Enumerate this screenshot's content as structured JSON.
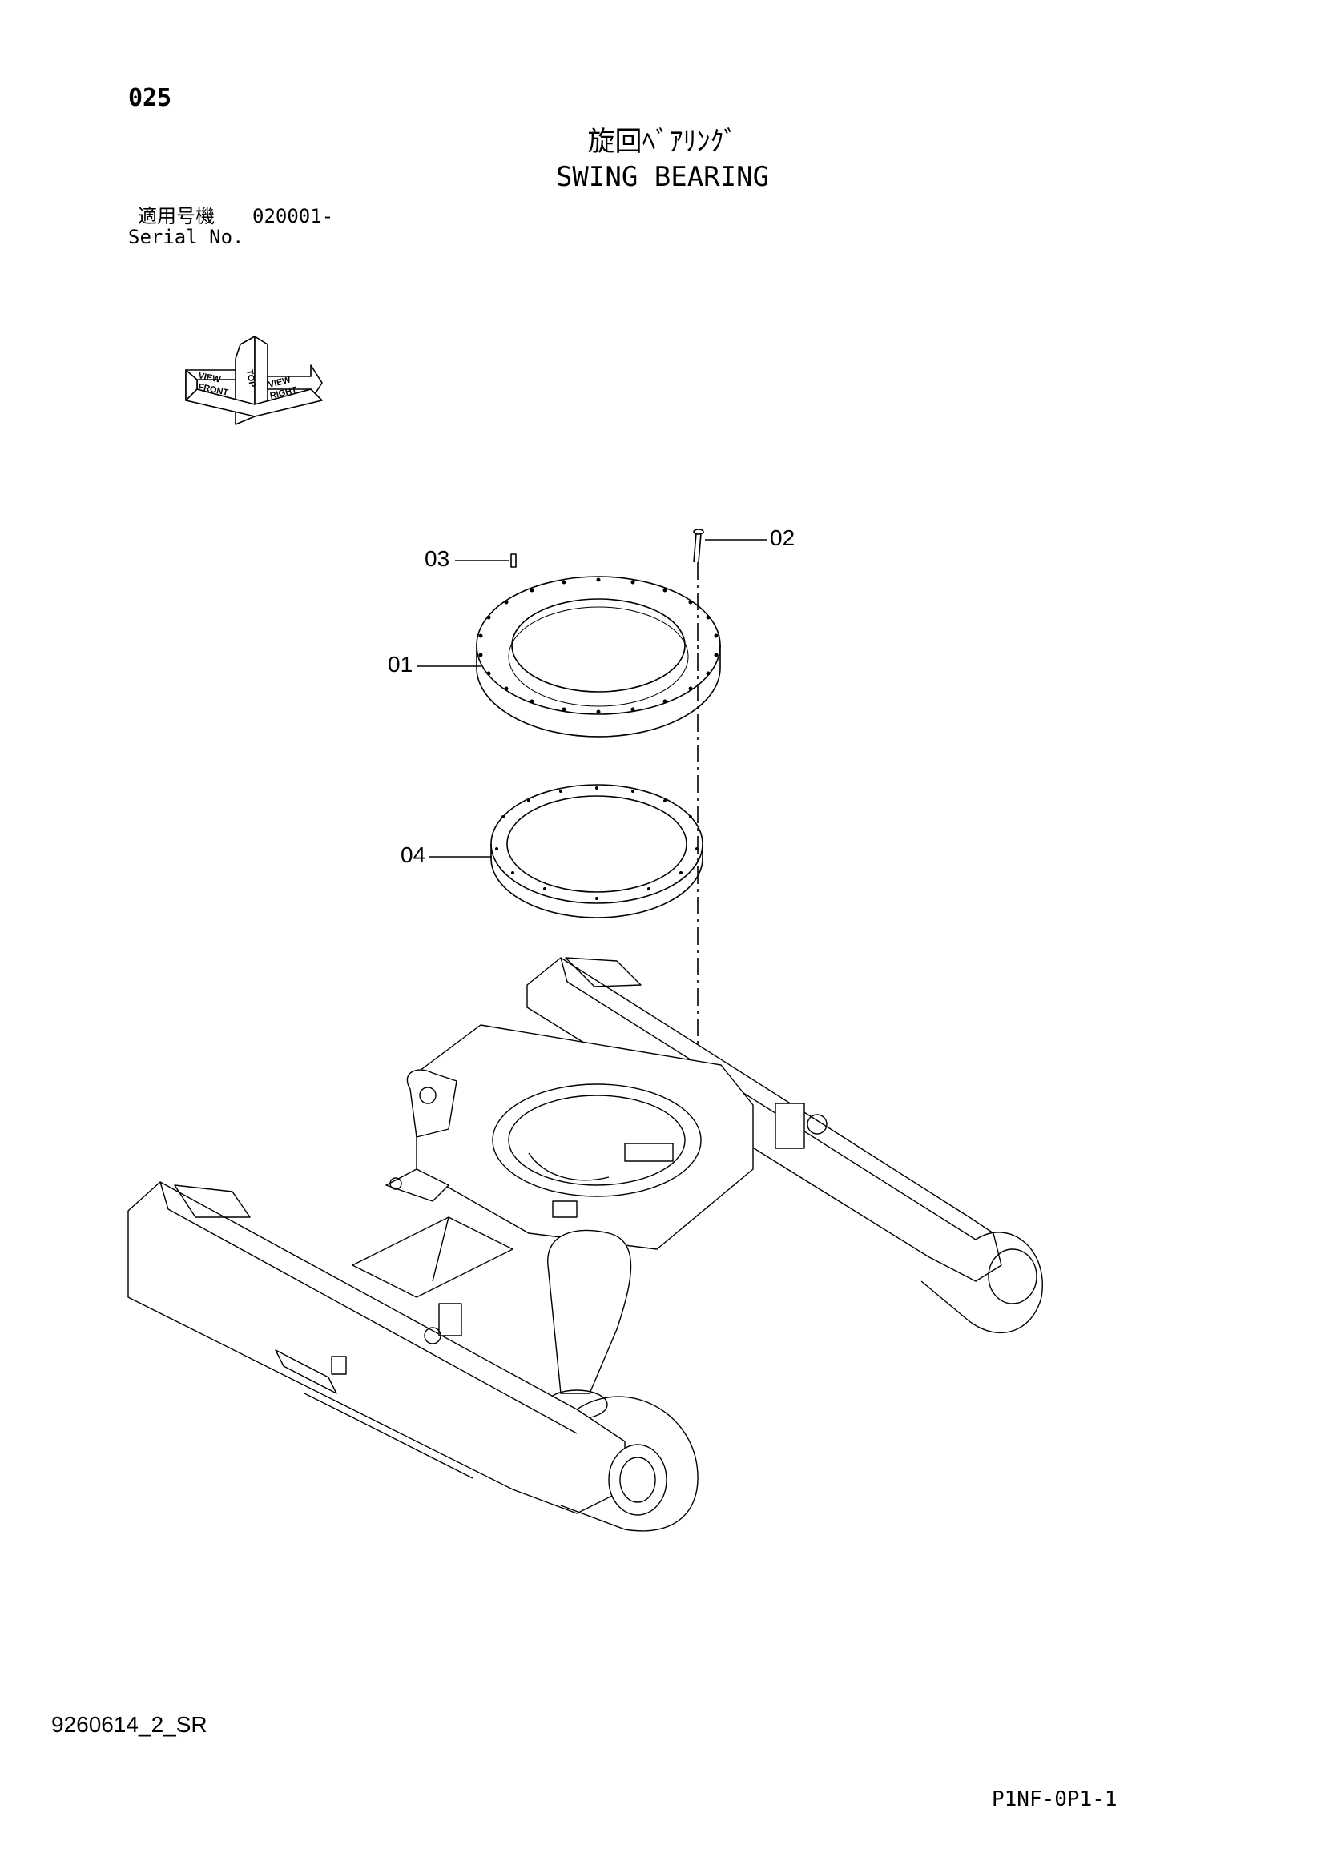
{
  "header": {
    "page_number": "025",
    "title_jp": "旋回ﾍﾞｱﾘﾝｸﾞ",
    "title_en": "SWING BEARING",
    "serial_label_jp": "適用号機",
    "serial_number": "020001-",
    "serial_label_en": "Serial No."
  },
  "orientation_icon": {
    "top": "TOP",
    "front": "FRONT",
    "right": "RIGHT",
    "view_left": "VIEW",
    "view_right": "VIEW"
  },
  "callouts": {
    "part_01": "01",
    "part_02": "02",
    "part_03": "03",
    "part_04": "04"
  },
  "footer": {
    "doc_code": "9260614_2_SR",
    "page_code": "P1NF-0P1-1"
  }
}
